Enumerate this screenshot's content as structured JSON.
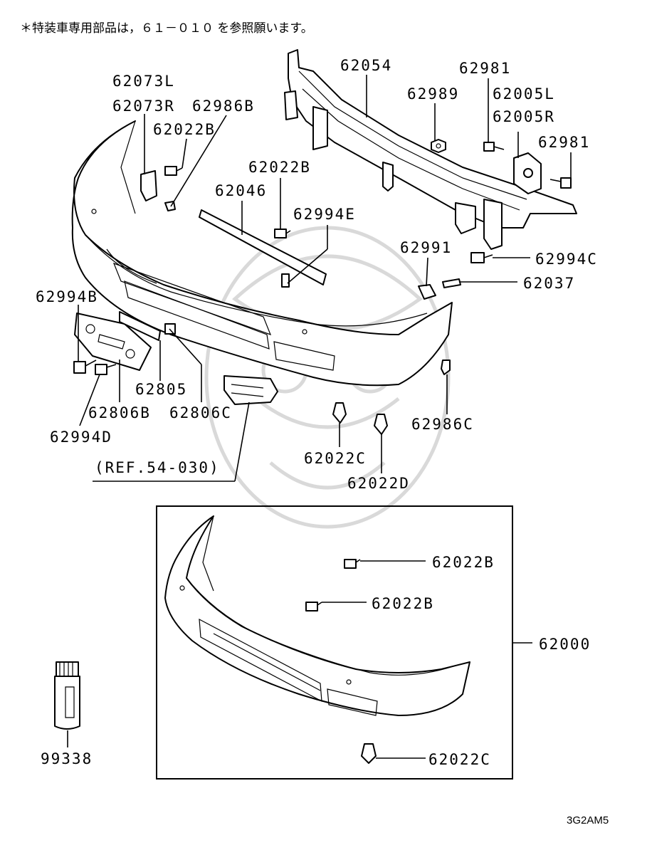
{
  "note": "＊特装車専用部品は，６１－０１０ を参照願います。",
  "diagram_code": "3G2AM5",
  "reference": "(REF.54-030)",
  "labels": {
    "l62054": "62054",
    "l62981a": "62981",
    "l62989": "62989",
    "l62005L": "62005L",
    "l62005R": "62005R",
    "l62981b": "62981",
    "l62073L": "62073L",
    "l62073R": "62073R",
    "l62986B": "62986B",
    "l62022B_a": "62022B",
    "l62022B_b": "62022B",
    "l62046": "62046",
    "l62994E": "62994E",
    "l62991": "62991",
    "l62994C": "62994C",
    "l62037": "62037",
    "l62994B": "62994B",
    "l62805": "62805",
    "l62806B": "62806B",
    "l62806C": "62806C",
    "l62994D": "62994D",
    "l62986C": "62986C",
    "l62022C_a": "62022C",
    "l62022D": "62022D",
    "l62022B_c": "62022B",
    "l62022B_d": "62022B",
    "l62000": "62000",
    "l62022C_b": "62022C",
    "l99338": "99338"
  }
}
